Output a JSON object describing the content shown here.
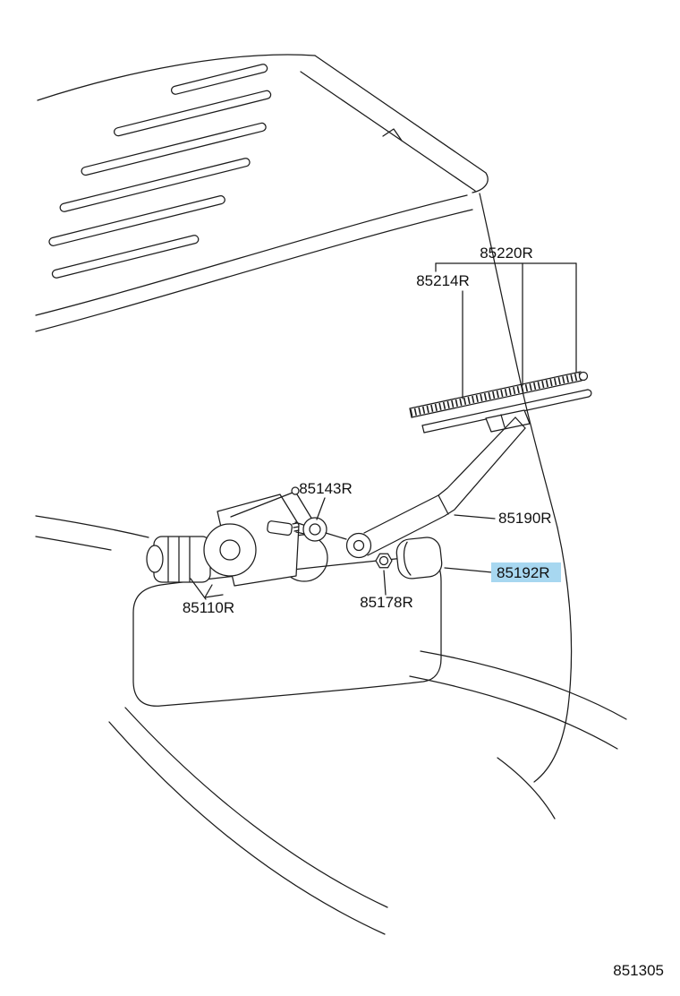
{
  "diagram": {
    "drawing_number": "851305",
    "background_color": "#ffffff",
    "line_color": "#1c1c1c",
    "highlight_color": "#a7d7f0",
    "labels": [
      {
        "part_no": "85220R",
        "highlighted": false
      },
      {
        "part_no": "85214R",
        "highlighted": false
      },
      {
        "part_no": "85143R",
        "highlighted": false
      },
      {
        "part_no": "85190R",
        "highlighted": false
      },
      {
        "part_no": "85192R",
        "highlighted": true
      },
      {
        "part_no": "85110R",
        "highlighted": false
      },
      {
        "part_no": "85178R",
        "highlighted": false
      }
    ]
  }
}
